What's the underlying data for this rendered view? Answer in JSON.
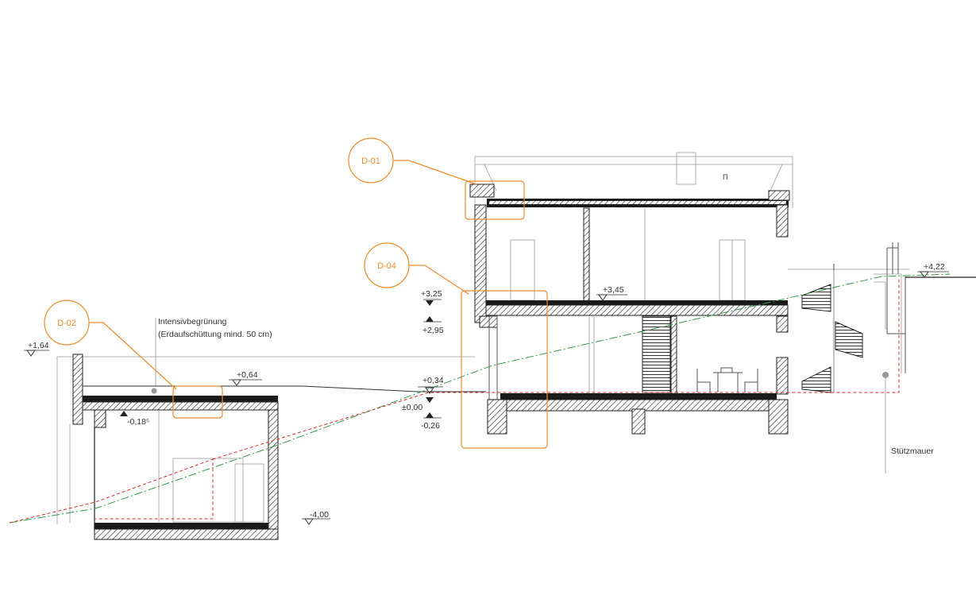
{
  "colors": {
    "accent": "#ee8a2a",
    "line": "#222222",
    "grade_original": "#2f9a4a",
    "grade_new": "#d62a2a"
  },
  "callouts": {
    "d01": "D-01",
    "d02": "D-02",
    "d04": "D-04"
  },
  "levels": {
    "plus_4_22": "+4,22",
    "plus_3_45": "+3,45",
    "plus_3_25": "+3,25",
    "plus_2_95": "+2,95",
    "plus_1_64": "+1,64",
    "plus_0_64": "+0,64",
    "plus_0_34": "+0,34",
    "zero": "±0,00",
    "minus_0_26": "-0,26",
    "minus_0_18": "-0,18⁵",
    "minus_4_00": "-4,00"
  },
  "annotations": {
    "green_roof_line1": "Intensivbegrünung",
    "green_roof_line2": "(Erdaufschüttung mind. 50 cm)",
    "retaining_wall": "Stützmauer"
  }
}
